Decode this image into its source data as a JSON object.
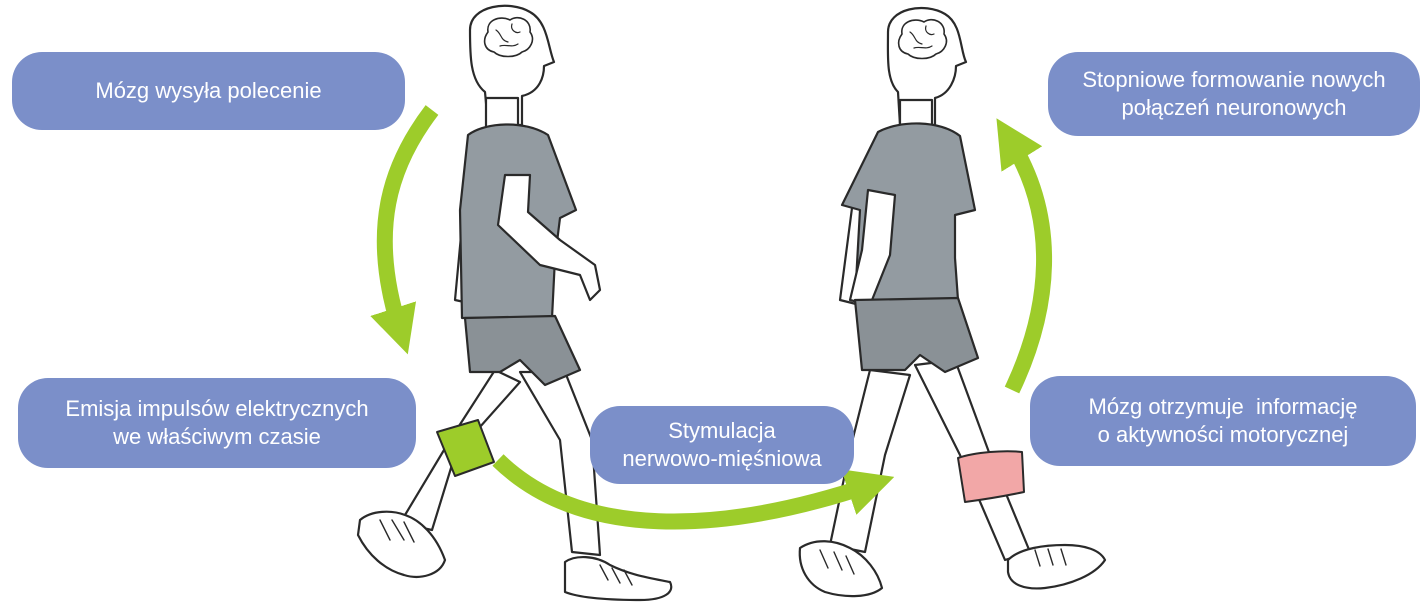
{
  "diagram": {
    "boxes": {
      "brain_command": "Mózg wysyła polecenie",
      "emission": [
        "Emisja impulsów elektrycznych",
        "we właściwym czasie"
      ],
      "stimulation": [
        "Stymulacja",
        "nerwowo-mięśniowa"
      ],
      "feedback": [
        "Mózg otrzymuje  informację",
        "o aktywności motorycznej"
      ],
      "formation": [
        "Stopniowe formowanie nowych",
        "połączeń neuronowych"
      ]
    },
    "colors": {
      "box_fill": "#7b8fc9",
      "box_text": "#ffffff",
      "arrow": "#9dcc2a",
      "shirt": "#939ba1",
      "shorts": "#8a9196",
      "skin": "#ffffff",
      "outline": "#2a2a2a",
      "band_active": "#9dcc2a",
      "band_sensor": "#f2a7a7"
    },
    "icons": [
      "brain-icon",
      "walking-figure",
      "stimulation-band",
      "sensor-band",
      "sneaker-icon",
      "cycle-arrow"
    ]
  }
}
